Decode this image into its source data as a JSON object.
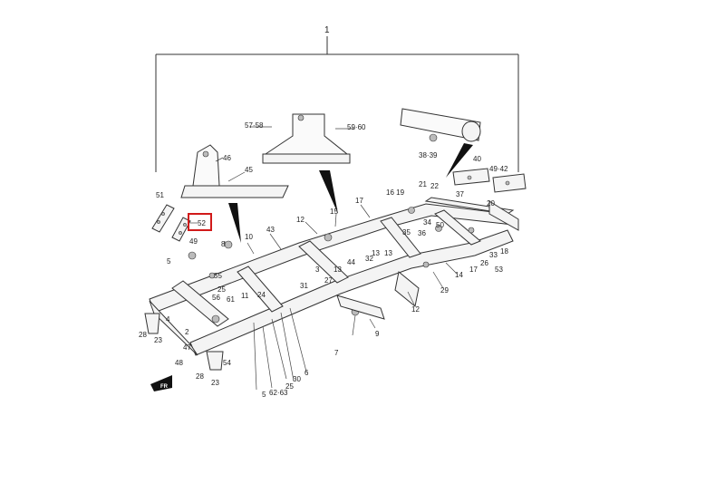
{
  "diagram": {
    "main_label": "1",
    "highlight_color": "#d11a1a",
    "front_mark": "FR",
    "callouts": {
      "c57": "57·58",
      "c59": "59·60",
      "c46": "46",
      "c45": "45",
      "c38": "38·39",
      "c40": "40",
      "c4942": "49·42",
      "c51": "51",
      "c52": "52",
      "c49": "49",
      "c8": "8",
      "c10": "10",
      "c43": "43",
      "c12a": "12",
      "c15": "15",
      "c17a": "17",
      "c1619": "16 19",
      "c21": "21",
      "c22": "22",
      "c37": "37",
      "c20": "20",
      "c34": "34",
      "c50": "50",
      "c35": "35",
      "c36": "36",
      "c33": "33",
      "c18": "18",
      "c26": "26",
      "c17b": "17",
      "c53": "53",
      "c14": "14",
      "c29": "29",
      "c12b": "12",
      "c13a": "13",
      "c32": "32",
      "c13b": "13",
      "c44": "44",
      "c13c": "13",
      "c3": "3",
      "c27": "27",
      "c31": "31",
      "c5a": "5",
      "c55": "55",
      "c25a": "25",
      "c56": "56",
      "c61": "61",
      "c11": "11",
      "c24": "24",
      "c28a": "28",
      "c23a": "23",
      "c4": "4",
      "c2": "2",
      "c47": "47",
      "c48": "48",
      "c28b": "28",
      "c23b": "23",
      "c54": "54",
      "c9": "9",
      "c7": "7",
      "c6": "6",
      "c30": "30",
      "c25b": "25",
      "c5b": "5",
      "c6263": "62·63"
    }
  }
}
